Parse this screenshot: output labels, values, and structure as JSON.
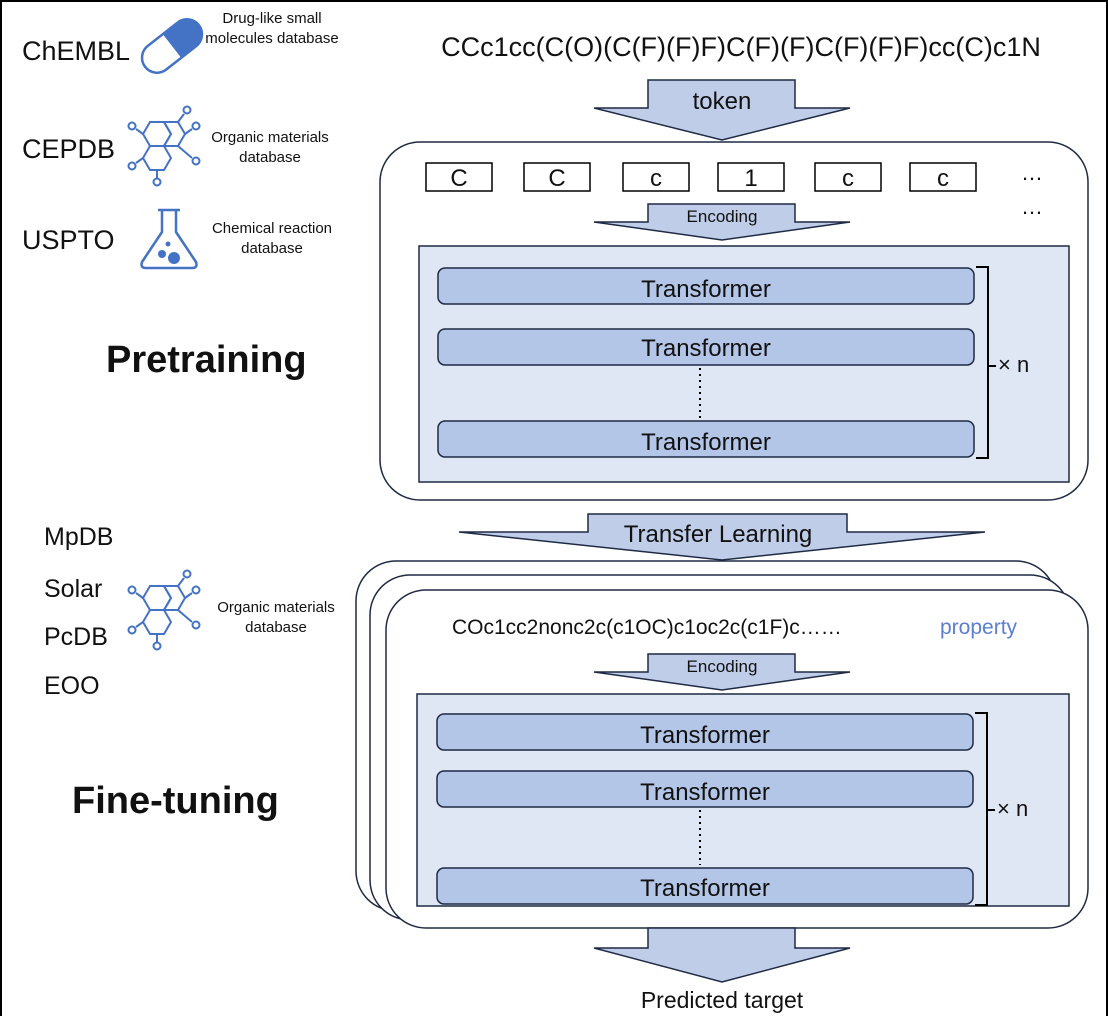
{
  "pretraining": {
    "sources": [
      {
        "name": "ChEMBL",
        "icon": "pill-capsule-icon",
        "description_lines": [
          "Drug-like small",
          "molecules database"
        ]
      },
      {
        "name": "CEPDB",
        "icon": "molecule-structure-icon",
        "description_lines": [
          "Organic materials",
          "database"
        ]
      },
      {
        "name": "USPTO",
        "icon": "flask-icon",
        "description_lines": [
          "Chemical reaction",
          "database"
        ]
      }
    ],
    "section_label": "Pretraining",
    "smiles": "CCc1cc(C(O)(C(F)(F)F)C(F)(F)C(F)(F)F)cc(C)c1N",
    "token_arrow_label": "token",
    "tokens": [
      "C",
      "C",
      "c",
      "1",
      "c",
      "c"
    ],
    "ellipsis": "…",
    "encoding_label": "Encoding",
    "transformer_label": "Transformer",
    "repeat_label": "× n"
  },
  "transfer_label": "Transfer Learning",
  "finetuning": {
    "datasets": [
      "MpDB",
      "Solar",
      "PcDB",
      "EOO"
    ],
    "icon": "molecule-structure-icon",
    "description_lines": [
      "Organic materials",
      "database"
    ],
    "section_label": "Fine-tuning",
    "smiles": "COc1cc2nonc2c(c1OC)c1oc2c(c1F)c……",
    "property_label": "property",
    "encoding_label": "Encoding",
    "transformer_label": "Transformer",
    "repeat_label": "× n",
    "output_label": "Predicted target"
  },
  "colors": {
    "arrow_fill": "#bfcde8",
    "panel_fill": "#dfe6f4",
    "block_fill": "#b4c6e7",
    "icon_blue": "#4472c4",
    "property_text": "#5b7fd0",
    "border": "#1f2a44"
  }
}
